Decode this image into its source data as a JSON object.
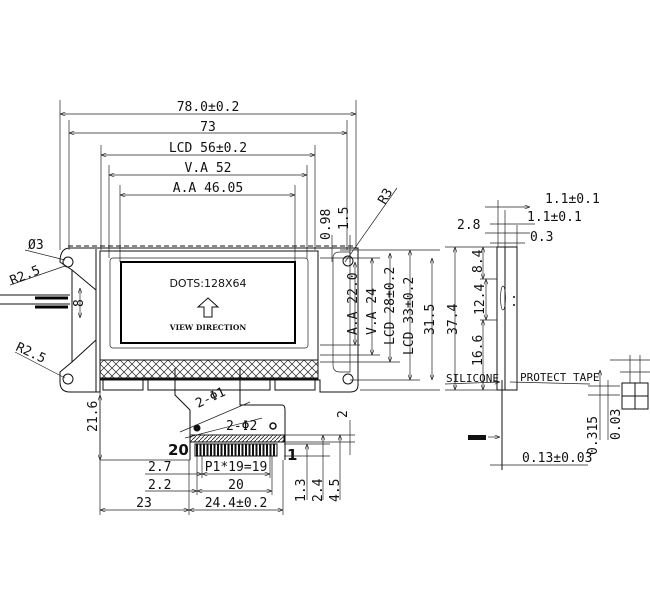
{
  "front_view": {
    "width_overall": "78.0±0.2",
    "hole_pitch": "73",
    "lcd_width": "LCD 56±0.2",
    "va_width": "V.A 52",
    "aa_width": "A.A 46.05",
    "dots": "DOTS:128X64",
    "view_direction": "VIEW DIRECTION",
    "hole_dia": "Ø3",
    "radius_top": "R2.5",
    "radius_bottom": "R2.5",
    "radius_right": "R3",
    "tab_height": "8",
    "offset_098": "0.98",
    "offset_15": "1.5",
    "aa_height": "A.A 22.0",
    "va_height": "V.A 24",
    "lcd_height": "LCD 28±0.2",
    "lcd_outer_height": "LCD 33±0.2",
    "hole_vpitch": "31.5",
    "height_overall": "37.4"
  },
  "fpc": {
    "hole_small": "2-Φ1",
    "hole_large": "2-Φ2",
    "pin_last": "20",
    "pin_first": "1",
    "fpc_length": "21.6",
    "pitch": "P1*19=19",
    "span_20": "20",
    "offset_27": "2.7",
    "offset_22": "2.2",
    "offset_23": "23",
    "fpc_width": "24.4±0.2",
    "dim_2": "2",
    "dim_13": "1.3",
    "dim_24": "2.4",
    "dim_45": "4.5"
  },
  "side_view": {
    "t1": "1.1±0.1",
    "t2": "1.1±0.1",
    "total": "2.8",
    "t3": "0.3",
    "h1": "8.4",
    "h2": "12.4",
    "h3": "16.6",
    "height": "37.4",
    "silicone": "SILICONE",
    "protect_tape": "PROTECT TAPE",
    "d1": "0.315",
    "d2": "0.03",
    "fpc_thickness": "0.13±0.03"
  }
}
